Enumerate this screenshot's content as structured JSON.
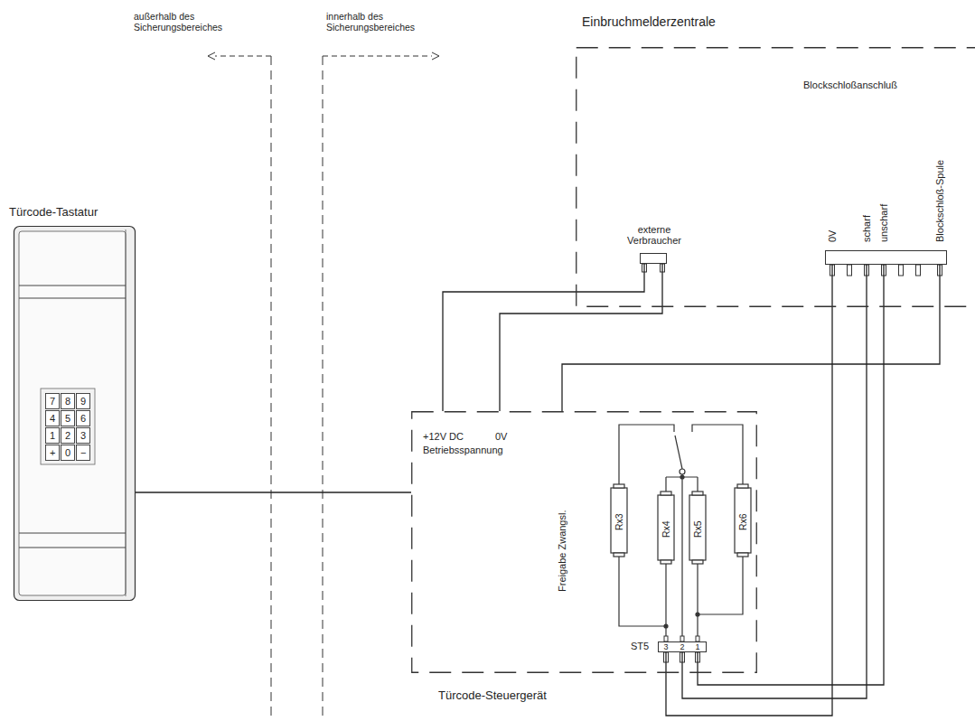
{
  "diagram": {
    "nodes": [
      {
        "text": [
          "Einbruchmelderzentrale"
        ]
      },
      {
        "text": [
          "externe Verbraucher"
        ],
        "in": 0
      },
      {
        "text": [
          "Blockschloßanschluß"
        ],
        "in": 0
      },
      {
        "text": [
          "Türcode-Tastatur"
        ]
      },
      {
        "text": [
          "Türcode-Steuergerät"
        ]
      },
      {
        "text": [
          "ST5"
        ],
        "in": 4
      }
    ],
    "edges": [
      {
        "from": 3,
        "to": 4,
        "arrow": "none"
      },
      {
        "from": 4,
        "to": 1,
        "arrow": "none"
      },
      {
        "from": 4,
        "to": 1,
        "arrow": "none"
      },
      {
        "from": 4,
        "to": 2,
        "arrow": "none"
      },
      {
        "from": 5,
        "to": 2,
        "arrow": "none"
      },
      {
        "from": 5,
        "to": 2,
        "arrow": "none"
      },
      {
        "from": 5,
        "to": 2,
        "arrow": "none"
      }
    ],
    "labels": [
      "außerhalb des Sicherungsbereiches",
      "innerhalb des Sicherungsbereiches",
      "0V",
      "scharf",
      "unscharf",
      "Blockschloß-Spule",
      "7",
      "8",
      "9",
      "4",
      "5",
      "6",
      "1",
      "2",
      "3",
      "+",
      "0",
      "−",
      "+12V DC",
      "0V",
      "Betriebsspannung",
      "Freigabe Zwangsl.",
      "Rx3",
      "Rx4",
      "Rx5",
      "Rx6",
      "3",
      "2",
      "1"
    ]
  }
}
